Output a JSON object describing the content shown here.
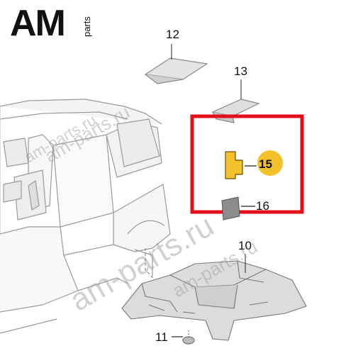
{
  "logo": {
    "text": "AM",
    "subtext": "parts"
  },
  "watermarks": [
    "am-parts.ru",
    "am-parts.ru",
    "am-parts.ru",
    "am-parts.ru"
  ],
  "callouts": [
    "12",
    "13",
    "15",
    "16",
    "10",
    "11"
  ],
  "highlight_box_color": "#e3101a",
  "highlight_part_color": "#f3c12a",
  "selected_part": "15"
}
